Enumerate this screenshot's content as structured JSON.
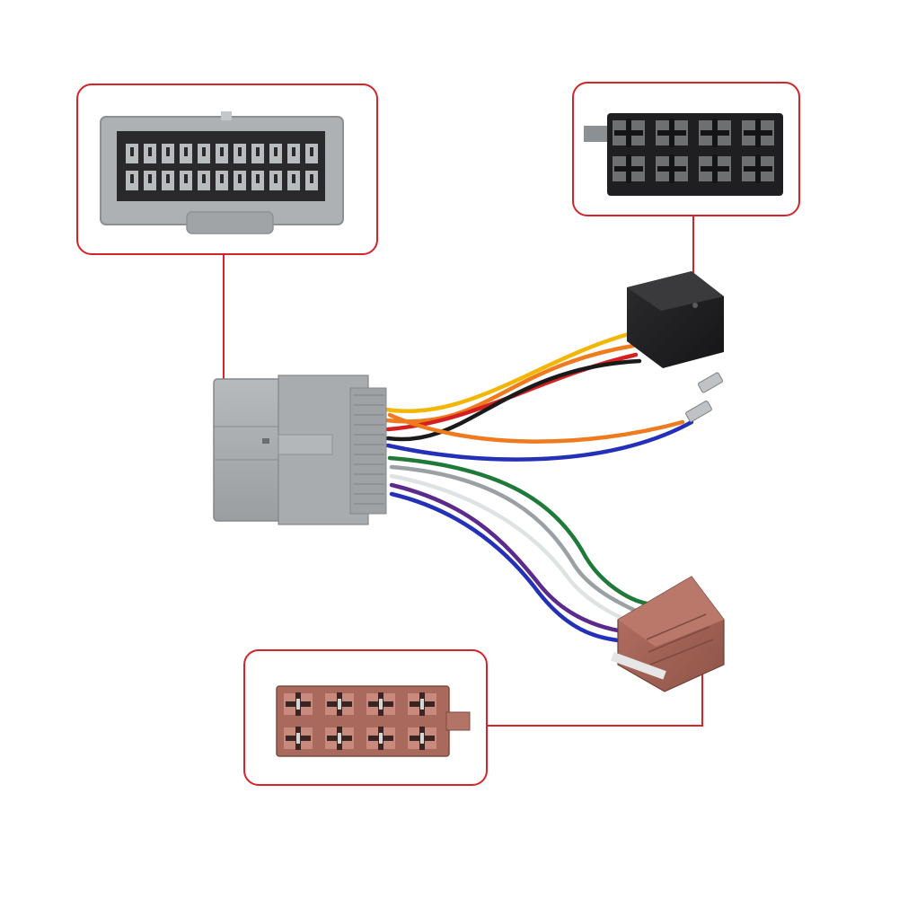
{
  "colors": {
    "callout_border": "#d4242a",
    "leader_line": "#d4242a",
    "gray_connector": "#a8abad",
    "black_connector": "#1e1e20",
    "brown_connector": "#a4655a",
    "wire_yellow": "#f2b705",
    "wire_orange": "#f07a1e",
    "wire_red": "#d42020",
    "wire_black": "#1a1a1a",
    "wire_blue": "#2430b8",
    "wire_green": "#1f7a3a",
    "wire_purple": "#5b2a8c",
    "wire_white": "#dfe2e3",
    "wire_gray": "#9aa0a4"
  },
  "callouts": [
    {
      "name": "gray-connector-closeup"
    },
    {
      "name": "black-iso-connector-closeup"
    },
    {
      "name": "brown-iso-connector-closeup"
    }
  ]
}
